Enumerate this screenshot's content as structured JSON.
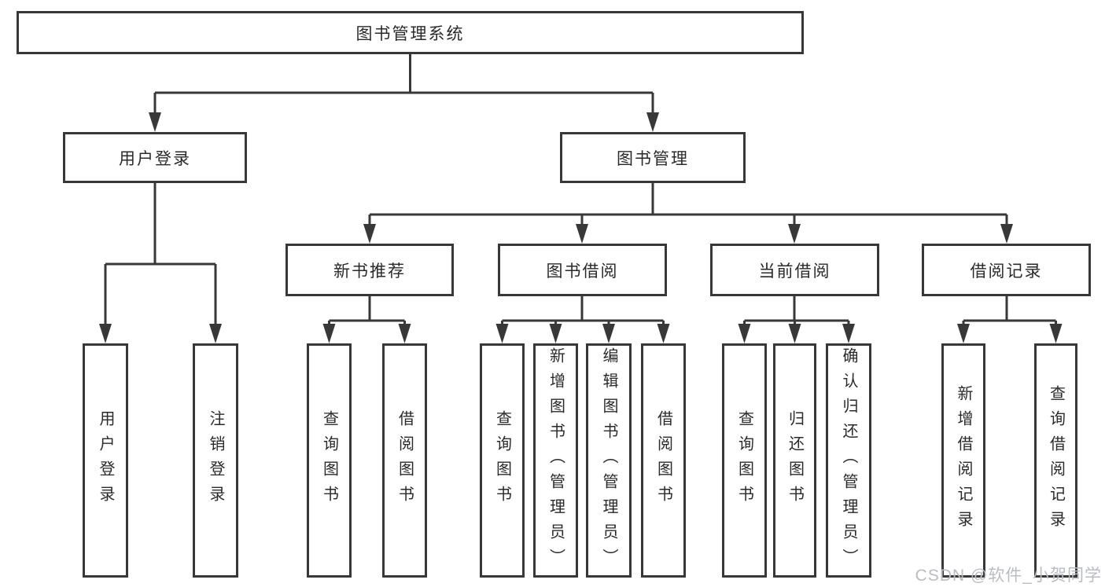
{
  "colors": {
    "line": "#383838",
    "text": "#2a2a2a",
    "background": "#ffffff",
    "watermark": "#b9bdc3"
  },
  "watermark": {
    "text": "CSDN @软件_小贺同学"
  },
  "tree": {
    "label": "图书管理系统",
    "children": [
      {
        "label": "用户登录",
        "children": [
          {
            "label": "用户登录"
          },
          {
            "label": "注销登录"
          }
        ]
      },
      {
        "label": "图书管理",
        "children": [
          {
            "label": "新书推荐",
            "children": [
              {
                "label": "查询图书"
              },
              {
                "label": "借阅图书"
              }
            ]
          },
          {
            "label": "图书借阅",
            "children": [
              {
                "label": "查询图书"
              },
              {
                "label": "新增图书（管理员）"
              },
              {
                "label": "编辑图书（管理员）"
              },
              {
                "label": "借阅图书"
              }
            ]
          },
          {
            "label": "当前借阅",
            "children": [
              {
                "label": "查询图书"
              },
              {
                "label": "归还图书"
              },
              {
                "label": "确认归还（管理员）"
              }
            ]
          },
          {
            "label": "借阅记录",
            "children": [
              {
                "label": "新增借阅记录"
              },
              {
                "label": "查询借阅记录"
              }
            ]
          }
        ]
      }
    ]
  }
}
